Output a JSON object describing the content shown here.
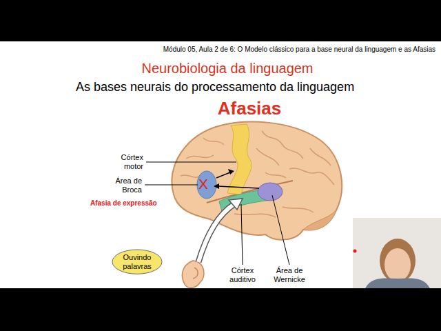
{
  "diagram": {
    "title": "Neurobiologia da linguagem",
    "nodes": [
      {
        "text": [
          "Ouvindo palavras"
        ]
      }
    ],
    "labels": [
      "Módulo 05, Aula 2 de 6: O Modelo clássico para a base neural da linguagem e as Afasias",
      "As bases neurais do processamento da linguagem",
      "Afasias",
      "Córtex motor",
      "Área de Broca",
      "X",
      "Afasia de expressão",
      "Córtex auditivo",
      "Área de Wernicke"
    ]
  }
}
